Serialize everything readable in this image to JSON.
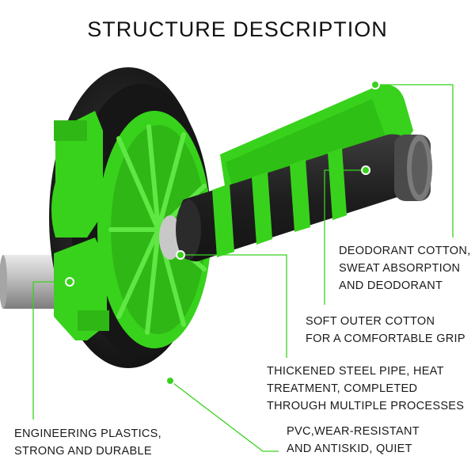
{
  "title": "STRUCTURE DESCRIPTION",
  "colors": {
    "accent": "#38d21c",
    "tire": "#1c1c1c",
    "foam": "#242424",
    "pipe": "#b9b9b9",
    "leader": "#38d21c"
  },
  "labels": {
    "deodorant": [
      "DEODORANT COTTON,",
      "SWEAT ABSORPTION",
      "AND DEODORANT"
    ],
    "soft_cotton": [
      "SOFT OUTER COTTON",
      "FOR A COMFORTABLE GRIP"
    ],
    "steel_pipe": [
      "THICKENED STEEL PIPE, HEAT",
      "TREATMENT, COMPLETED",
      "THROUGH MULTIPLE PROCESSES"
    ],
    "plastics": [
      "ENGINEERING PLASTICS,",
      "STRONG AND DURABLE"
    ],
    "pvc": [
      "PVC,WEAR-RESISTANT",
      "AND ANTISKID, QUIET"
    ]
  }
}
